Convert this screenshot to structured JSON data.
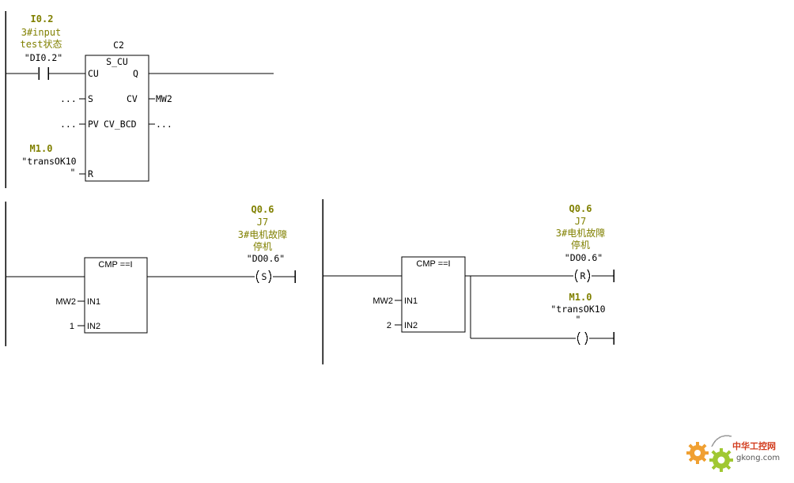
{
  "colors": {
    "wire": "#000000",
    "address": "#808000",
    "comment": "#808000",
    "watermark_red": "#d23c1e",
    "watermark_orange": "#f0a032",
    "watermark_green": "#a0c832"
  },
  "network1": {
    "contact": {
      "address": "I0.2",
      "comment_line1": "3#input",
      "comment_line2": "test状态",
      "symbol": "\"DI0.2\""
    },
    "counter": {
      "instance": "C2",
      "type": "S_CU",
      "pin_cu": "CU",
      "pin_s": "S",
      "pin_pv": "PV",
      "pin_r": "R",
      "pin_q": "Q",
      "pin_cv": "CV",
      "pin_cv_bcd": "CV_BCD"
    },
    "s_param": "...",
    "pv_param": "...",
    "cv_operand": "MW2",
    "cv_bcd_operand": "...",
    "reset": {
      "address": "M1.0",
      "symbol_line1": "\"transOK10",
      "symbol_line2": "\""
    }
  },
  "network2": {
    "compare": {
      "title": "CMP ==I",
      "pin_in1": "IN1",
      "pin_in2": "IN2",
      "in1_operand": "MW2",
      "in2_operand": "1"
    },
    "coil": {
      "address": "Q0.6",
      "comment_line1": "J7",
      "comment_line2": "3#电机故障",
      "comment_line3": "停机",
      "symbol": "\"DO0.6\"",
      "type": "S"
    }
  },
  "network3": {
    "compare": {
      "title": "CMP ==I",
      "pin_in1": "IN1",
      "pin_in2": "IN2",
      "in1_operand": "MW2",
      "in2_operand": "2"
    },
    "coil_reset": {
      "address": "Q0.6",
      "comment_line1": "J7",
      "comment_line2": "3#电机故障",
      "comment_line3": "停机",
      "symbol": "\"DO0.6\"",
      "type": "R"
    },
    "coil_out": {
      "address": "M1.0",
      "symbol_line1": "\"transOK10",
      "symbol_line2": "\""
    }
  },
  "watermark": {
    "text_cn": "中华工控网",
    "text_url": "gkong.com"
  }
}
